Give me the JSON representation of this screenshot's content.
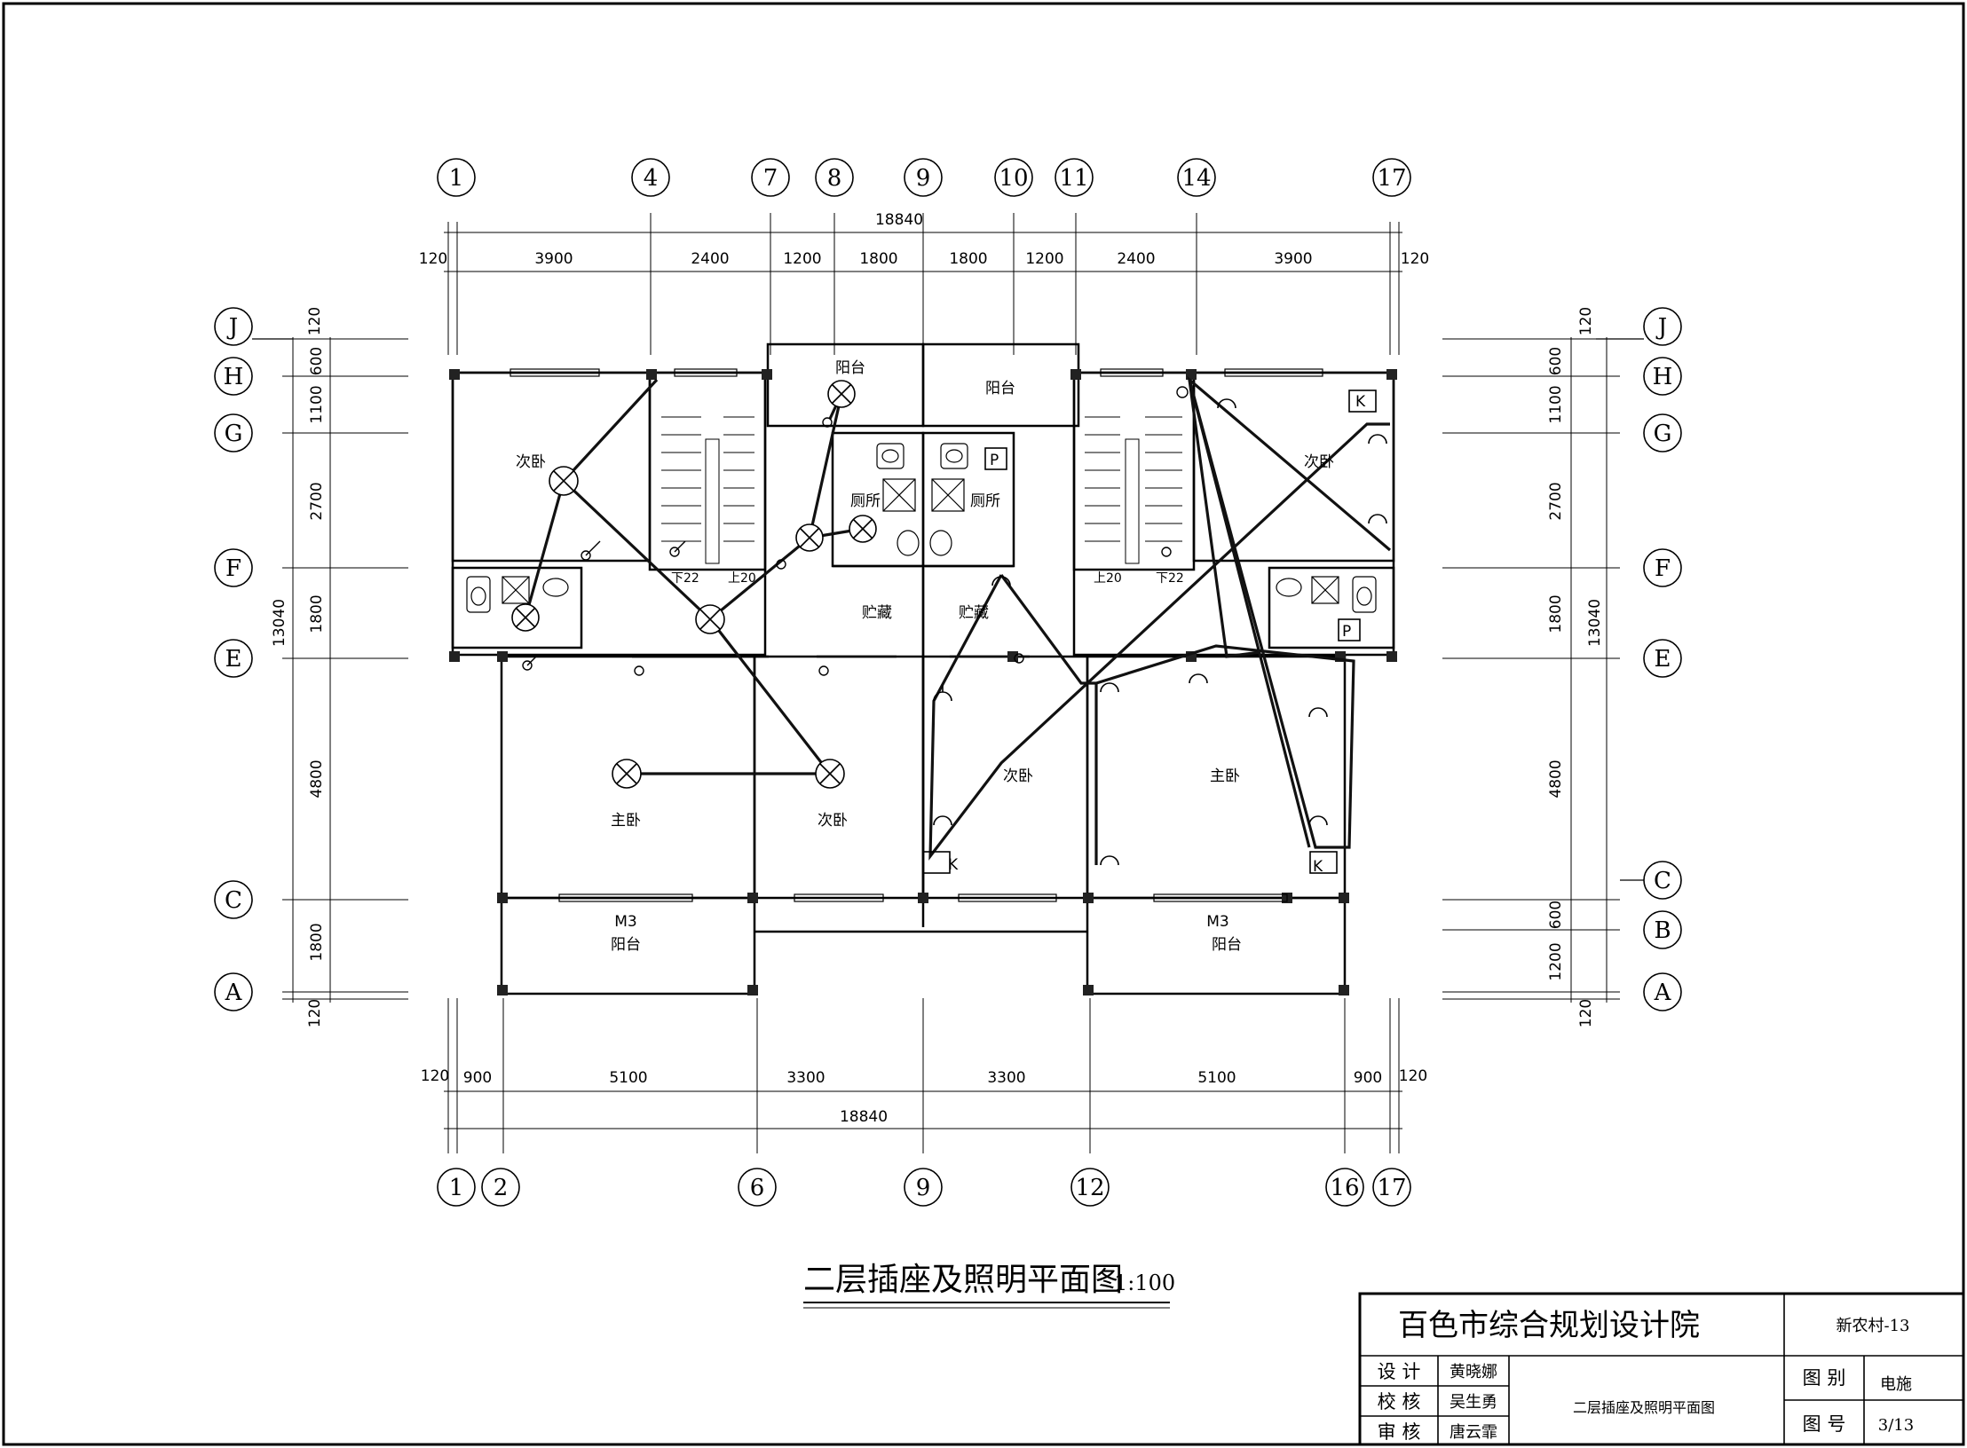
{
  "title": "二层插座及照明平面图",
  "scale": "1:100",
  "dimensions": {
    "top_total": "18840",
    "top_segments": [
      "120",
      "3900",
      "2400",
      "1200",
      "1800",
      "1800",
      "1200",
      "2400",
      "3900",
      "120"
    ],
    "bottom_total": "18840",
    "bottom_segments": [
      "120",
      "900",
      "5100",
      "3300",
      "3300",
      "5100",
      "900",
      "120"
    ],
    "left_total": "13040",
    "left_segments": [
      "120",
      "600",
      "1100",
      "2700",
      "1800",
      "4800",
      "1800",
      "120"
    ],
    "right_total": "13040",
    "right_segments": [
      "120",
      "600",
      "1100",
      "2700",
      "1800",
      "4800",
      "600",
      "1200",
      "120"
    ]
  },
  "axes": {
    "top": [
      "1",
      "4",
      "7",
      "8",
      "9",
      "10",
      "11",
      "14",
      "17"
    ],
    "bottom": [
      "1",
      "2",
      "6",
      "9",
      "12",
      "16",
      "17"
    ],
    "left": [
      "J",
      "H",
      "G",
      "F",
      "E",
      "C",
      "A"
    ],
    "right": [
      "J",
      "H",
      "G",
      "F",
      "E",
      "C",
      "B",
      "A"
    ]
  },
  "rooms": {
    "balcony_top_left": "阳台",
    "balcony_top_right": "阳台",
    "secondary_bedroom": "次卧",
    "toilet": "厕所",
    "storage": "贮藏",
    "master_bedroom": "主卧",
    "balcony_bottom": "阳台",
    "door_m3": "M3"
  },
  "stair_labels": {
    "down": "下22",
    "up": "上20"
  },
  "socket_marks": {
    "k": "K",
    "p": "P"
  },
  "title_block": {
    "company": "百色市综合规划设计院",
    "project": "新农村-13",
    "design_label": "设 计",
    "design_name": "黄晓娜",
    "check_label": "校 核",
    "check_name": "吴生勇",
    "review_label": "审 核",
    "review_name": "唐云霏",
    "drawing_name": "二层插座及照明平面图",
    "category_label": "图 别",
    "category_value": "电施",
    "number_label": "图 号",
    "number_value": "3/13"
  }
}
